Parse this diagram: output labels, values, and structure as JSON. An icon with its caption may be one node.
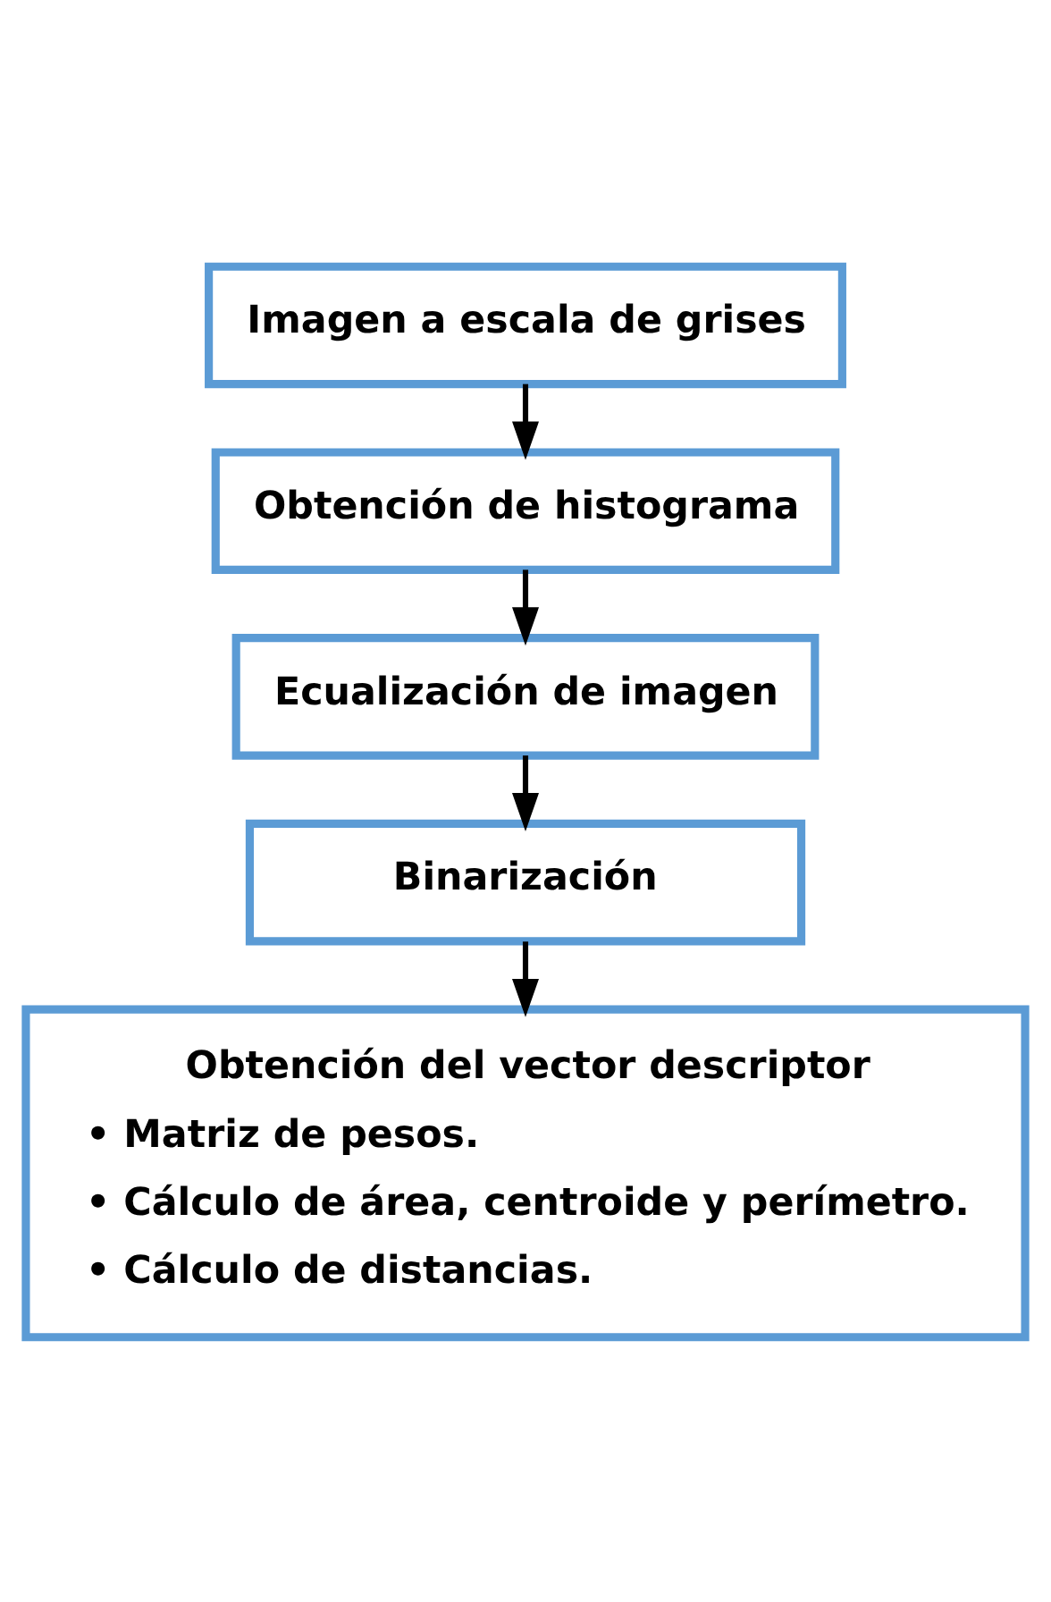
{
  "diagram": {
    "nodes": [
      {
        "text": [
          "Imagen a escala de grises"
        ]
      },
      {
        "text": [
          "Obtención de histograma"
        ]
      },
      {
        "text": [
          "Ecualización de imagen"
        ]
      },
      {
        "text": [
          "Binarización"
        ]
      },
      {
        "text": [
          "Obtención del vector descriptor",
          "• Matriz de pesos.",
          "• Cálculo de área, centroide y perímetro.",
          "• Cálculo de distancias."
        ]
      }
    ],
    "edges": [
      {
        "from": 0,
        "to": 1,
        "arrow": "to"
      },
      {
        "from": 1,
        "to": 2,
        "arrow": "to"
      },
      {
        "from": 2,
        "to": 3,
        "arrow": "to"
      },
      {
        "from": 3,
        "to": 4,
        "arrow": "to"
      }
    ]
  }
}
